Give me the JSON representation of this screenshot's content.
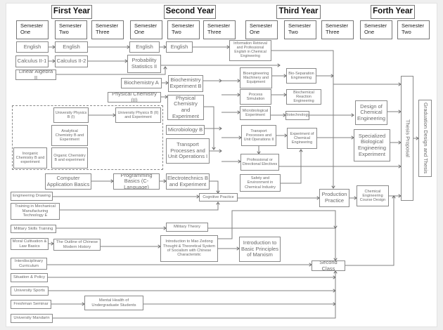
{
  "years": [
    "First Year",
    "Second Year",
    "Third Year",
    "Forth Year"
  ],
  "semesters": [
    "Semester One",
    "Semester Two",
    "Semester Three",
    "Semester One",
    "Semester Two",
    "Semester Three",
    "Semester One",
    "Semester Two",
    "Semester Three",
    "Semester One",
    "Semester Two"
  ],
  "courses": {
    "english1": "English",
    "english2": "English",
    "english3": "English",
    "english4": "English",
    "calc1": "Calculus II-1",
    "calc2": "Calculus II-2",
    "linalg": "Linear Algebra II",
    "prob": "Probability Statistics II",
    "biochemA": "Biochemistry A",
    "biochemExp": "Biochemistry Experiment B",
    "physchem2": "Physical Chemistry (II)",
    "physchemExp": "Physical Chemistry and Experiment",
    "uphys1": "University Physics B (I)",
    "uphys2": "University Physics B (II) and Experiment",
    "analytical": "Analytical Chemistry B and Experiment",
    "inorganic": "Inorganic Chemistry B and experiment",
    "organic": "Organic Chemistry B and experiment",
    "microbio": "Microbiology B",
    "transport1": "Transport Processes and Unit Operations I",
    "inforet": "Information Retrieval and Professional English in Chemical Engineering",
    "machinery": "Bioengineering Machinery and Equipment",
    "procsim": "Process Simulation",
    "microexp": "Microbiological Experiment",
    "transport2": "Transport Processes and Unit Operations II",
    "electives": "Professional or Directional Electives",
    "safety": "Safety and Environment in Chemical Industry",
    "biosep": "Bio-Separation Engineering",
    "biochemreact": "Biochemical Reaction Engineering",
    "biotech": "Biotechnology",
    "expchem": "Experiment of Chemical Engineering",
    "design": "Design of Chemical Engineering",
    "specbio": "Specialized Biological Engineering Experiment",
    "thesisprop": "Thesis Proposal",
    "graduation": "Graduation Design and Thesis",
    "computer": "Computer Application Basics",
    "programming": "Programming Basics (C-Language)",
    "electro": "Electrotechnics B and Experiment",
    "drawing": "Engineering Drawing",
    "cognitive": "Cognitive Practice",
    "training": "Training in Mechanical Manufacturing Technology E",
    "production": "Production Practice",
    "coursedesign": "Chemical Engineering Course Design",
    "milskills": "Military Skills Training",
    "miltheory": "Military Theory",
    "moral": "Moral Cultivation & Law Basics",
    "outline": "The Outline of Chinese Modern History",
    "mao": "Introduction to Mao Zedong Thought & Theoretical System of Socialism with Chinese Characteristic",
    "marxism": "Introduction to Basic Principles of Marxism",
    "interdisc": "Interdisciplinary Curriculum",
    "secondclass": "Second Class",
    "situation": "Situation & Policy",
    "sports": "University Sports",
    "freshman": "Freshman Seminar",
    "mental": "Mental Health of Undergraduate Students",
    "mandarin": "University Mandarin"
  }
}
